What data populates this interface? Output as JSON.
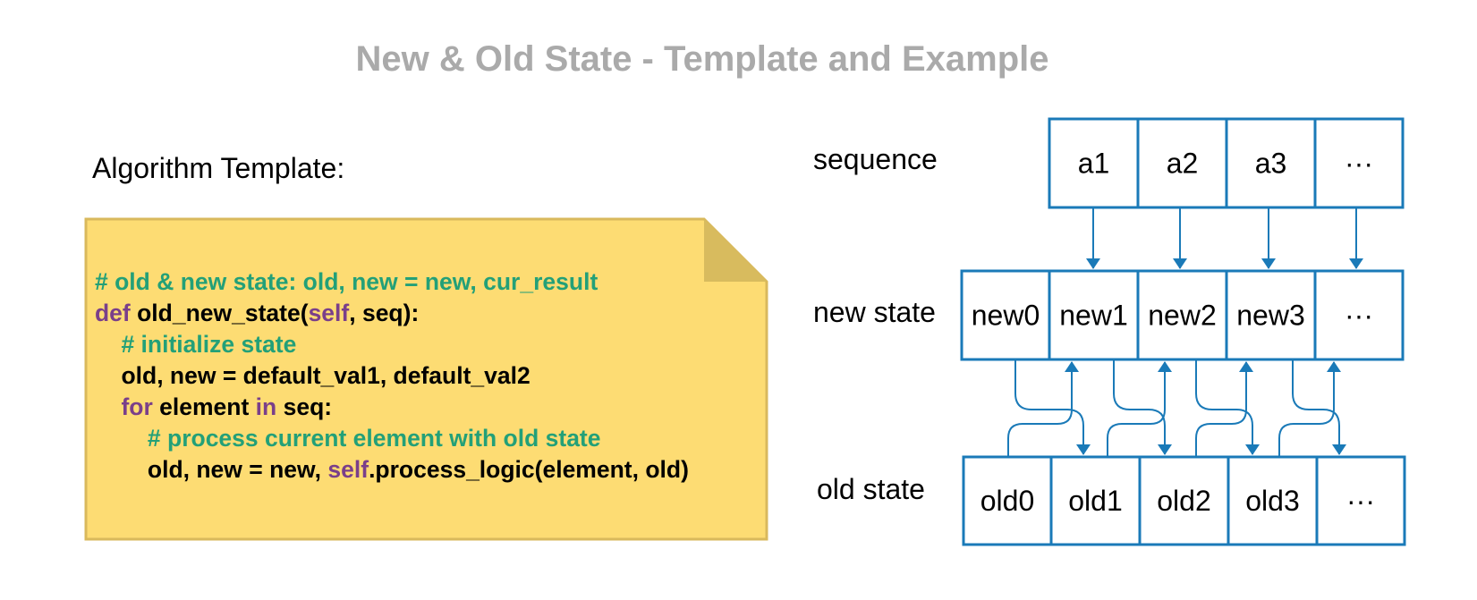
{
  "title": "New & Old State - Template and Example",
  "template_label": "Algorithm Template:",
  "code_lines": [
    {
      "indent": "",
      "parts": [
        {
          "t": "# old & new state: old, new = new, cur_result",
          "c": "cm"
        }
      ]
    },
    {
      "indent": "",
      "parts": [
        {
          "t": "def",
          "c": "kw"
        },
        {
          "t": " old_new_state(",
          "c": ""
        },
        {
          "t": "self",
          "c": "kw"
        },
        {
          "t": ", seq):",
          "c": ""
        }
      ]
    },
    {
      "indent": "    ",
      "parts": [
        {
          "t": "# initialize state",
          "c": "cm"
        }
      ]
    },
    {
      "indent": "    ",
      "parts": [
        {
          "t": "old, new = default_val1, default_val2",
          "c": ""
        }
      ]
    },
    {
      "indent": "    ",
      "parts": [
        {
          "t": "for",
          "c": "kw"
        },
        {
          "t": " element ",
          "c": ""
        },
        {
          "t": "in",
          "c": "kw"
        },
        {
          "t": " seq:",
          "c": ""
        }
      ]
    },
    {
      "indent": "        ",
      "parts": [
        {
          "t": "# process current element with old state",
          "c": "cm"
        }
      ]
    },
    {
      "indent": "        ",
      "parts": [
        {
          "t": "old, new = new, ",
          "c": ""
        },
        {
          "t": "self",
          "c": "kw"
        },
        {
          "t": ".process_logic(element, old)",
          "c": ""
        }
      ]
    }
  ],
  "rows": {
    "sequence": {
      "label": "sequence",
      "cells": [
        "a1",
        "a2",
        "a3",
        "···"
      ]
    },
    "new_state": {
      "label": "new state",
      "cells": [
        "new0",
        "new1",
        "new2",
        "new3",
        "···"
      ]
    },
    "old_state": {
      "label": "old state",
      "cells": [
        "old0",
        "old1",
        "old2",
        "old3",
        "···"
      ]
    }
  },
  "colors": {
    "title": "#aaaaaa",
    "box_stroke": "#1a7ab8",
    "arrow": "#1a7ab8",
    "note_fill": "#fddc73",
    "note_stroke": "#d9b95c",
    "note_fold": "#d8bb5e",
    "comment": "#23a078",
    "keyword": "#7a3f8a"
  }
}
